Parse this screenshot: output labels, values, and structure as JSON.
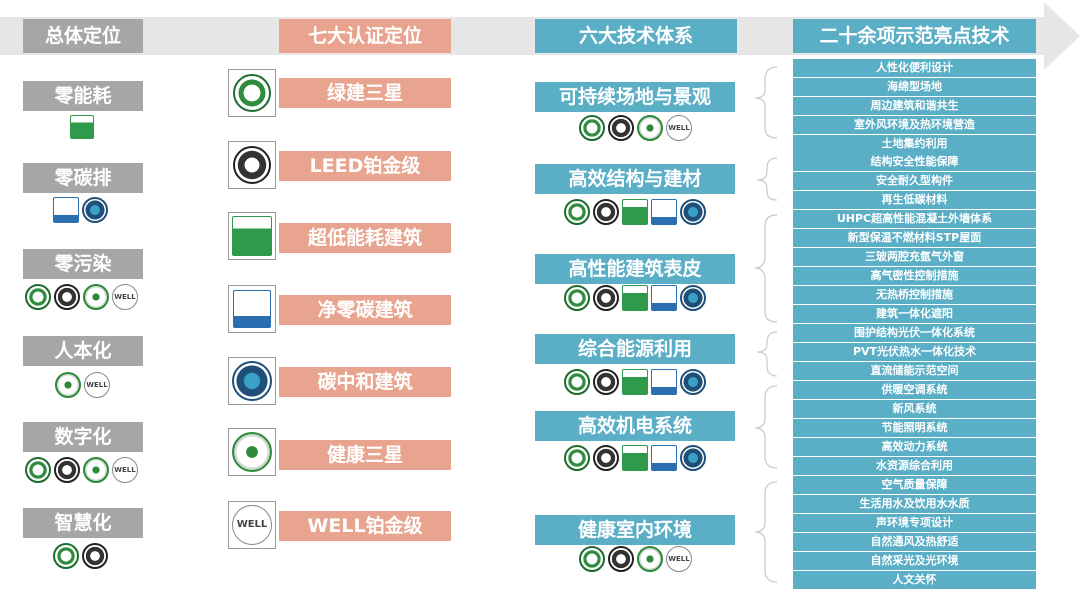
{
  "headers": {
    "overall": "总体定位",
    "certifications": "七大认证定位",
    "systems": "六大技术体系",
    "highlights": "二十余项示范亮点技术"
  },
  "overall_positions": [
    "零能耗",
    "零碳排",
    "零污染",
    "人本化",
    "数字化",
    "智慧化"
  ],
  "certifications": [
    {
      "label": "绿建三星",
      "icon": "china-green-building-icon"
    },
    {
      "label": "LEED铂金级",
      "icon": "leed-icon"
    },
    {
      "label": "超低能耗建筑",
      "icon": "passive-house-icon"
    },
    {
      "label": "净零碳建筑",
      "icon": "tuv-rheinland-icon"
    },
    {
      "label": "碳中和建筑",
      "icon": "carbon-neutral-icon"
    },
    {
      "label": "健康三星",
      "icon": "healthy-building-icon"
    },
    {
      "label": "WELL铂金级",
      "icon": "well-icon"
    }
  ],
  "well_logo_text": "WELL",
  "systems": [
    "可持续场地与景观",
    "高效结构与建材",
    "高性能建筑表皮",
    "综合能源利用",
    "高效机电系统",
    "健康室内环境"
  ],
  "highlight_technologies": [
    "人性化便利设计",
    "海绵型场地",
    "周边建筑和谐共生",
    "室外风环境及热环境营造",
    "土地集约利用",
    "结构安全性能保障",
    "安全耐久型构件",
    "再生低碳材料",
    "UHPC超高性能混凝土外墙体系",
    "新型保温不燃材料STP屋面",
    "三玻两腔充氩气外窗",
    "高气密性控制措施",
    "无热桥控制措施",
    "建筑一体化遮阳",
    "围护结构光伏一体化系统",
    "PVT光伏热水一体化技术",
    "直流储能示范空间",
    "供暖空调系统",
    "新风系统",
    "节能照明系统",
    "高效动力系统",
    "水资源综合利用",
    "空气质量保障",
    "生活用水及饮用水水质",
    "声环境专项设计",
    "自然通风及热舒适",
    "自然采光及光环境",
    "人文关怀"
  ],
  "colors": {
    "gray": "#a6a6a6",
    "salmon": "#e8a48e",
    "blue": "#5aaec6",
    "arrow": "#e7e7e7"
  }
}
